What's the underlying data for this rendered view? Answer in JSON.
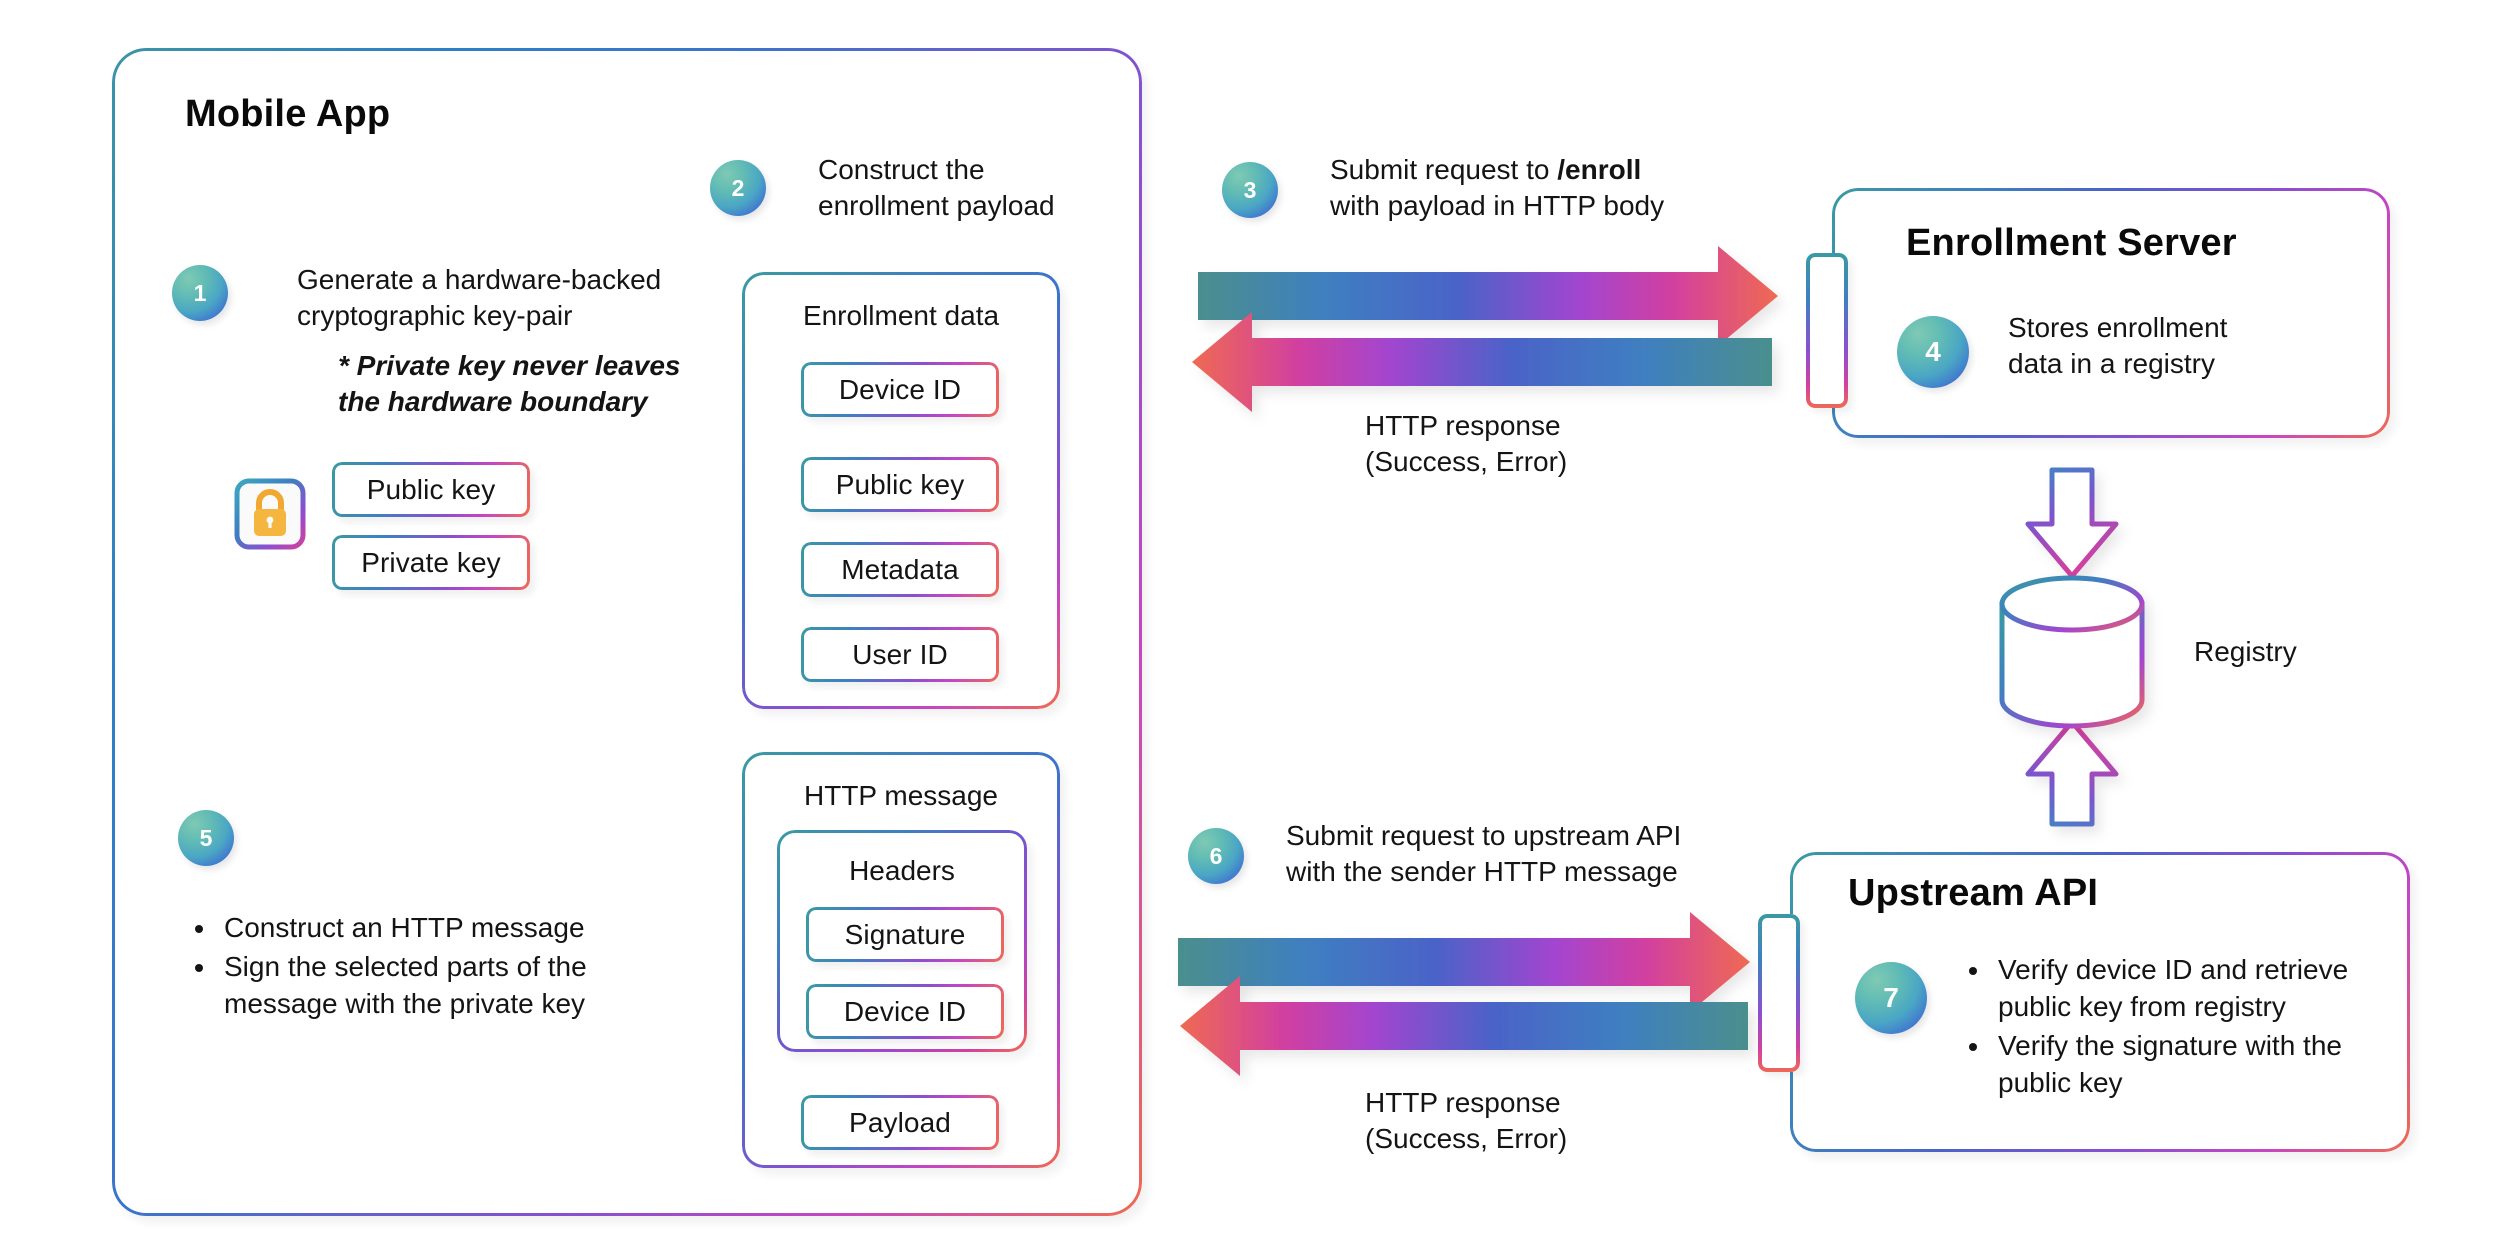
{
  "diagram": {
    "title": "Mobile app device enrollment and signed request flow",
    "colors": {
      "gradient_start_teal": "#3a9aa2",
      "gradient_blue": "#3f7fc0",
      "gradient_purple": "#8a4fd0",
      "gradient_magenta": "#c846c0",
      "gradient_coral": "#ef6a52",
      "step_circle_from": "#63bdb4",
      "step_circle_to": "#3b63cf",
      "connector_line": "#1b2a3a",
      "chip_lock": "#f0a830",
      "text": "#141414"
    }
  },
  "mobile_app": {
    "title": "Mobile App",
    "step1": {
      "number": "1",
      "text": "Generate a hardware-backed\ncryptographic key-pair",
      "note": "* Private key never leaves\nthe hardware boundary"
    },
    "chip_icon": "secure-chip-lock-icon",
    "keys": [
      {
        "label": "Public key"
      },
      {
        "label": "Private key"
      }
    ],
    "step2": {
      "number": "2",
      "text": "Construct the\nenrollment payload"
    },
    "enrollment_data": {
      "label": "Enrollment data",
      "items": [
        {
          "label": "Device ID"
        },
        {
          "label": "Public key"
        },
        {
          "label": "Metadata"
        },
        {
          "label": "User ID"
        }
      ]
    },
    "step5": {
      "number": "5",
      "bullets": [
        "Construct an HTTP message",
        "Sign the selected parts of the\nmessage with the private key"
      ]
    },
    "http_message": {
      "label": "HTTP message",
      "headers": {
        "label": "Headers",
        "items": [
          {
            "label": "Signature"
          },
          {
            "label": "Device ID"
          }
        ]
      },
      "payload": {
        "label": "Payload"
      }
    }
  },
  "enroll_exchange": {
    "step3": {
      "number": "3",
      "text_before": "Submit request to ",
      "text_bold": "/enroll",
      "text_after": "\nwith payload in HTTP body"
    },
    "request_arrow": "request-arrow-right",
    "response_arrow": "response-arrow-left",
    "response_label": "HTTP response\n(Success, Error)"
  },
  "enrollment_server": {
    "title": "Enrollment Server",
    "port": "server-port",
    "step4": {
      "number": "4",
      "text": "Stores enrollment\ndata in a registry"
    }
  },
  "registry": {
    "label": "Registry",
    "icon": "database-cylinder-icon",
    "arrow_down": "write-to-registry-arrow-down",
    "arrow_up": "read-from-registry-arrow-up"
  },
  "upstream_exchange": {
    "step6": {
      "number": "6",
      "text": "Submit request to upstream API\nwith the sender HTTP message"
    },
    "request_arrow": "request-arrow-right",
    "response_arrow": "response-arrow-left",
    "response_label": "HTTP response\n(Success, Error)"
  },
  "upstream_api": {
    "title": "Upstream API",
    "port": "api-port",
    "step7": {
      "number": "7",
      "bullets": [
        "Verify device ID and retrieve\npublic key from registry",
        "Verify the signature with the\npublic key"
      ]
    }
  }
}
